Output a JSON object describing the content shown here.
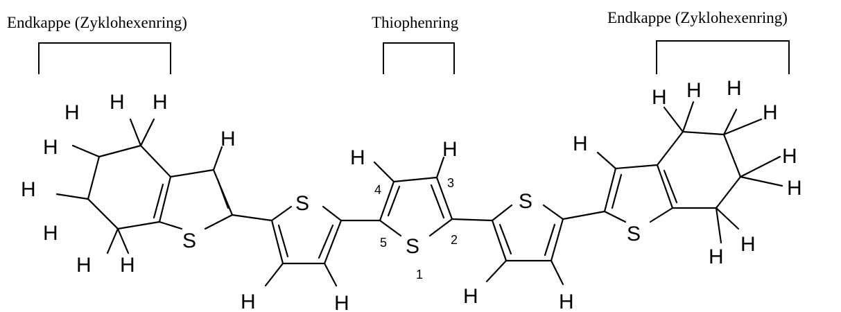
{
  "labels": {
    "left_cap": "Endkappe (Zyklohexenring)",
    "center_ring": "Thiophenring",
    "right_cap": "Endkappe (Zyklohexenring)"
  },
  "atoms": {
    "hydrogen": "H",
    "sulfur": "S"
  },
  "ring_numbers": [
    "1",
    "2",
    "3",
    "4",
    "5"
  ]
}
